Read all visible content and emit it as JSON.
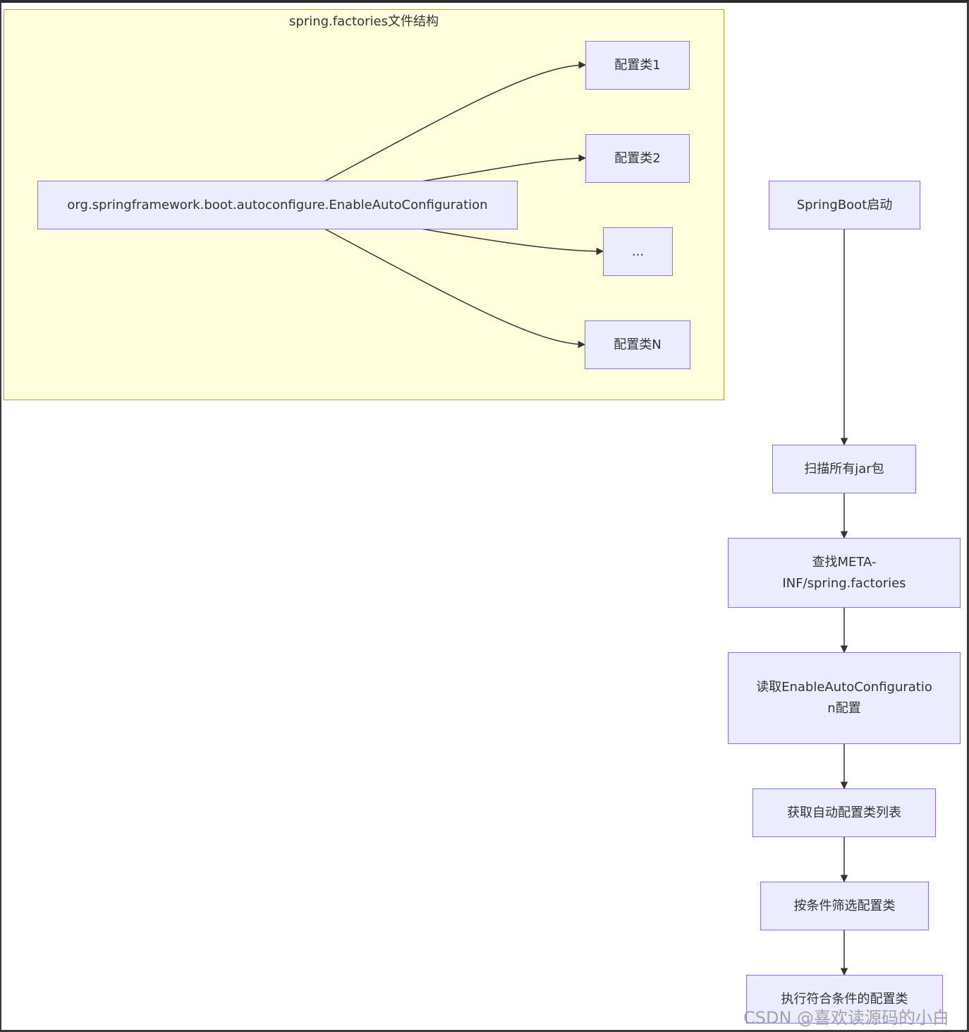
{
  "cluster": {
    "title": "spring.factories文件结构",
    "source_node": "org.springframework.boot.autoconfigure.EnableAutoConfiguration",
    "targets": [
      "配置类1",
      "配置类2",
      "...",
      "配置类N"
    ]
  },
  "flow": {
    "start": "SpringBoot启动",
    "scan": "扫描所有jar包",
    "find": "查找META-INF/spring.factories",
    "read": "读取EnableAutoConfiguration配置",
    "get_list": "获取自动配置类列表",
    "filter": "按条件筛选配置类",
    "execute": "执行符合条件的配置类"
  },
  "watermark": "CSDN @喜欢读源码的小白",
  "colors": {
    "node_fill": "#ececff",
    "node_border": "#9370db",
    "cluster_fill": "#ffffde",
    "cluster_border": "#aaaa33",
    "edge": "#333333"
  }
}
